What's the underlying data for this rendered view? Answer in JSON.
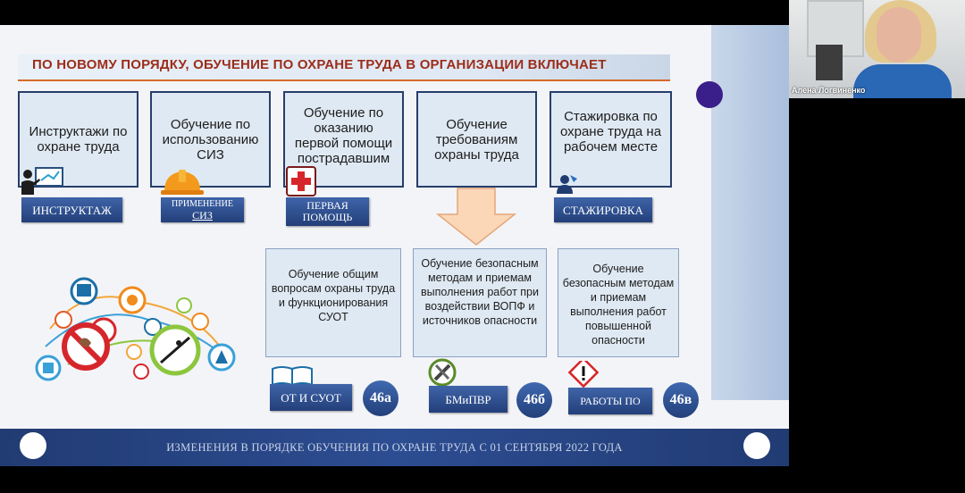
{
  "slide": {
    "title": "ПО НОВОМУ ПОРЯДКУ, ОБУЧЕНИЕ ПО ОХРАНЕ ТРУДА В ОРГАНИЗАЦИИ ВКЛЮЧАЕТ",
    "top_boxes": [
      {
        "text": "Инструктажи по охране труда",
        "tag": "ИНСТРУКТАЖ",
        "icon": "presenter-icon"
      },
      {
        "text": "Обучение по использованию СИЗ",
        "tag_line1": "ПРИМЕНЕНИЕ",
        "tag_line2": "СИЗ",
        "icon": "hard-hat-icon"
      },
      {
        "text": "Обучение по оказанию первой помощи пострадавшим",
        "tag_line1": "ПЕРВАЯ",
        "tag_line2": "ПОМОЩЬ",
        "icon": "first-aid-icon"
      },
      {
        "text": "Обучение требованиям охраны труда",
        "icon": "down-arrow-icon"
      },
      {
        "text": "Стажировка по охране труда на рабочем месте",
        "tag": "СТАЖИРОВКА",
        "icon": "worker-icon"
      }
    ],
    "bottom_boxes": [
      {
        "text": "Обучение общим вопросам охраны труда и функционирования СУОТ",
        "tag": "ОТ И СУОТ",
        "badge": "46а",
        "icon": "book-icon"
      },
      {
        "text": "Обучение безопасным методам и приемам выполнения работ при воздействии ВОПФ и источников опасности",
        "tag": "БМиПВР",
        "badge": "46б",
        "icon": "tools-icon"
      },
      {
        "text": "Обучение безопасным методам и приемам выполнения работ повышенной опасности",
        "tag": "РАБОТЫ ПО",
        "badge": "46в",
        "icon": "warning-icon"
      }
    ],
    "footer": "ИЗМЕНЕНИЯ В ПОРЯДКЕ ОБУЧЕНИЯ ПО ОХРАНЕ ТРУДА С 01 СЕНТЯБРЯ 2022 ГОДА",
    "illustration_icon": "safety-signs-cluster-icon"
  },
  "webcam": {
    "participant_name": "Алена Логвиненко"
  },
  "colors": {
    "title": "#9c2d1a",
    "tab_blue": "#2d4d92",
    "box_fill": "#dfe9f3",
    "box_border": "#263e6b",
    "purple_dot": "#3a1f8a"
  }
}
